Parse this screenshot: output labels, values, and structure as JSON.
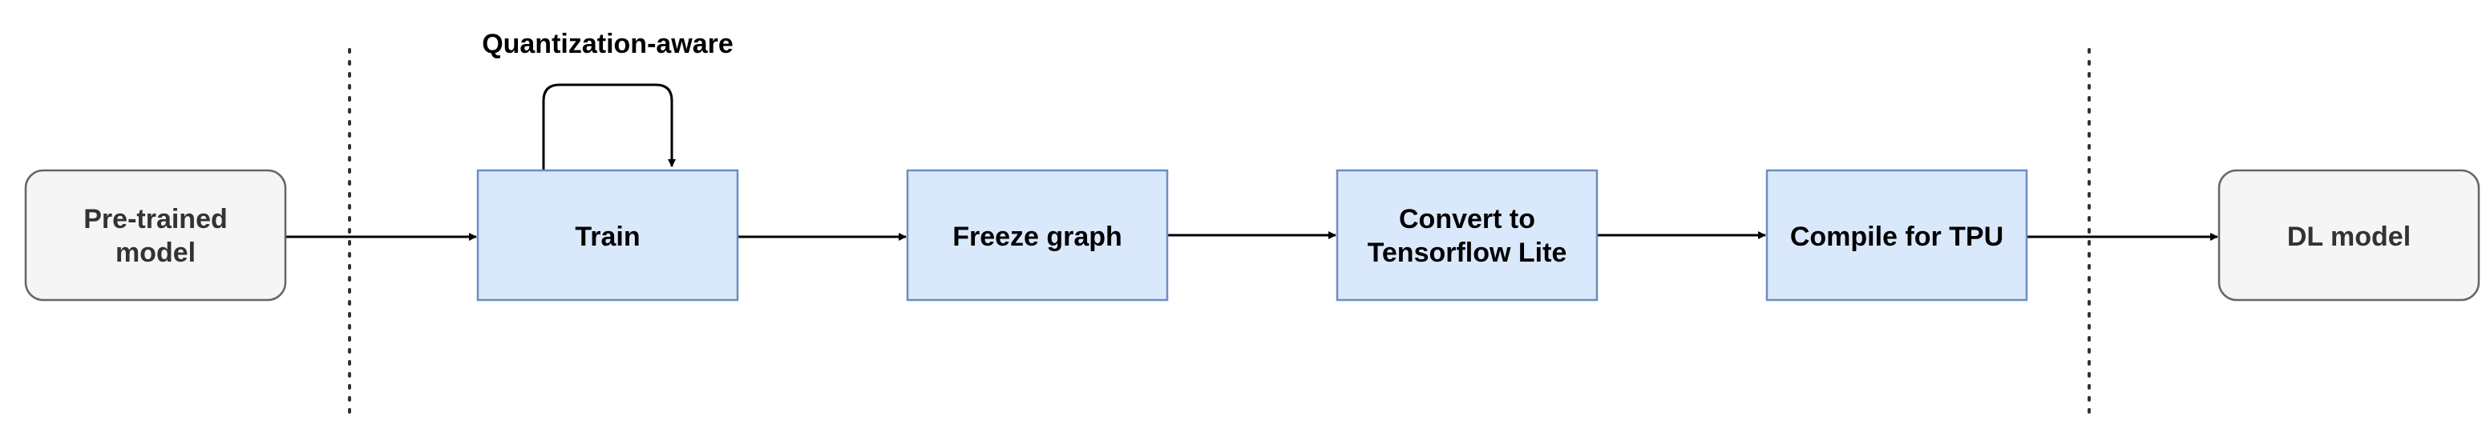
{
  "diagram": {
    "nodes": {
      "pretrained": {
        "line1": "Pre-trained",
        "line2": "model"
      },
      "train": {
        "label": "Train"
      },
      "freeze": {
        "label": "Freeze graph"
      },
      "convert": {
        "line1": "Convert to",
        "line2": "Tensorflow Lite"
      },
      "compile": {
        "label": "Compile for TPU"
      },
      "dl_model": {
        "label": "DL model"
      }
    },
    "annotation": {
      "label": "Quantization-aware"
    }
  },
  "colors": {
    "process_fill": "#dae8fc",
    "process_stroke": "#6c8ebf",
    "terminal_fill": "#f5f5f5",
    "terminal_stroke": "#666666",
    "text_gray": "#333333",
    "edge": "#000000"
  }
}
